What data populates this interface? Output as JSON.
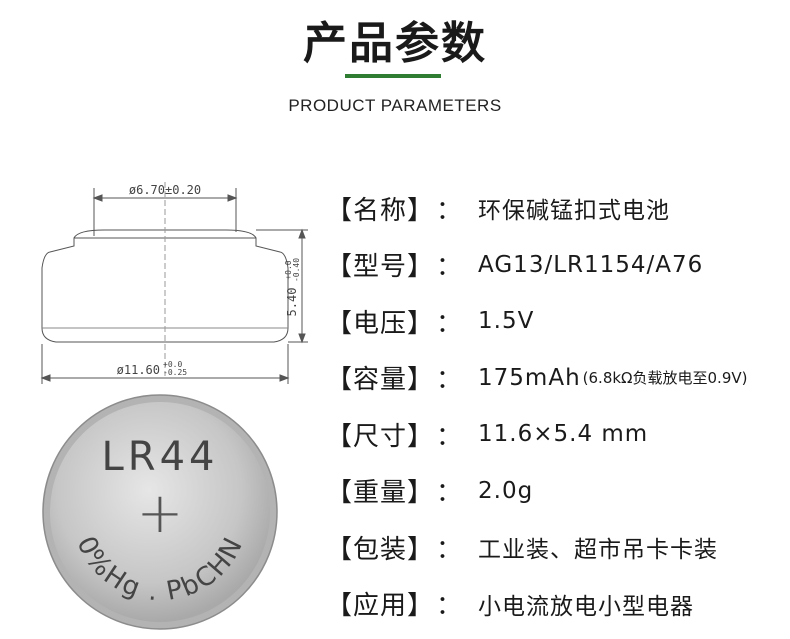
{
  "header": {
    "title": "产品参数",
    "subtitle": "PRODUCT PARAMETERS",
    "accent_color": "#2f7d32"
  },
  "drawing": {
    "top_diameter": "ø6.70±0.20",
    "height": "5.40",
    "height_tol_upper": "+0.0",
    "height_tol_lower": "-0.40",
    "bottom_diameter": "ø11.60",
    "bottom_tol_upper": "+0.0",
    "bottom_tol_lower": "-0.25"
  },
  "coin": {
    "model": "LR44",
    "polarity": "+",
    "marking": "0%Hg . PbCHN",
    "face_color": "#c9c9c9"
  },
  "params": [
    {
      "label": "【名称】",
      "value": "环保碱锰扣式电池",
      "note": ""
    },
    {
      "label": "【型号】",
      "value": "AG13/LR1154/A76",
      "note": ""
    },
    {
      "label": "【电压】",
      "value": "1.5V",
      "note": ""
    },
    {
      "label": "【容量】",
      "value": "175mAh",
      "note": "(6.8kΩ负载放电至0.9V)"
    },
    {
      "label": "【尺寸】",
      "value": "11.6×5.4 mm",
      "note": ""
    },
    {
      "label": "【重量】",
      "value": "2.0g",
      "note": ""
    },
    {
      "label": "【包装】",
      "value": "工业装、超市吊卡卡装",
      "note": ""
    },
    {
      "label": "【应用】",
      "value": "小电流放电小型电器",
      "note": ""
    }
  ],
  "colon": "："
}
